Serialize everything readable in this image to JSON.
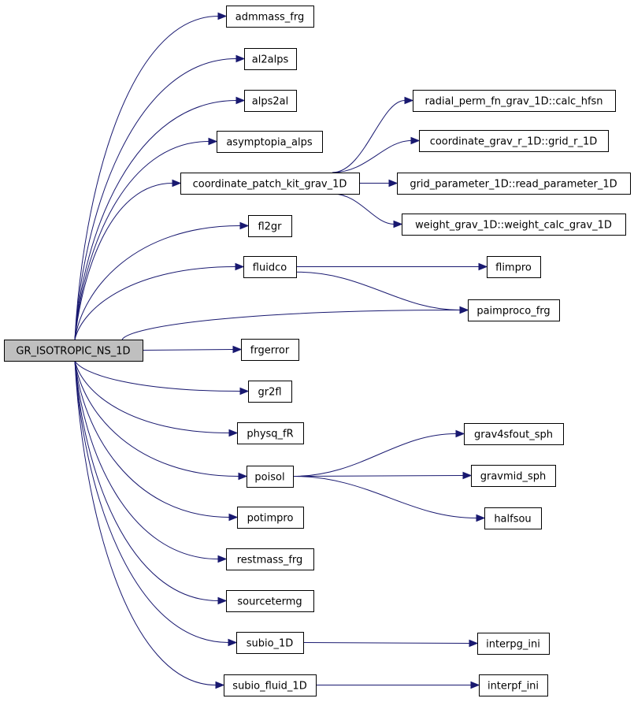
{
  "diagram": {
    "root": "GR_ISOTROPIC_NS_1D",
    "nodes": {
      "root": "GR_ISOTROPIC_NS_1D",
      "admmass_frg": "admmass_frg",
      "al2alps": "al2alps",
      "alps2al": "alps2al",
      "asymptopia_alps": "asymptopia_alps",
      "coordinate_patch_kit_grav_1D": "coordinate_patch_kit_grav_1D",
      "fl2gr": "fl2gr",
      "fluidco": "fluidco",
      "frgerror": "frgerror",
      "gr2fl": "gr2fl",
      "physq_fR": "physq_fR",
      "poisol": "poisol",
      "potimpro": "potimpro",
      "restmass_frg": "restmass_frg",
      "sourcetermg": "sourcetermg",
      "subio_1D": "subio_1D",
      "subio_fluid_1D": "subio_fluid_1D",
      "calc_hfsn": "radial_perm_fn_grav_1D::calc_hfsn",
      "grid_r_1D": "coordinate_grav_r_1D::grid_r_1D",
      "read_parameter_1D": "grid_parameter_1D::read_parameter_1D",
      "weight_calc_grav_1D": "weight_grav_1D::weight_calc_grav_1D",
      "flimpro": "flimpro",
      "paimproco_frg": "paimproco_frg",
      "grav4sfout_sph": "grav4sfout_sph",
      "gravmid_sph": "gravmid_sph",
      "halfsou": "halfsou",
      "interpg_ini": "interpg_ini",
      "interpf_ini": "interpf_ini"
    },
    "edges": [
      [
        "root",
        "admmass_frg"
      ],
      [
        "root",
        "al2alps"
      ],
      [
        "root",
        "alps2al"
      ],
      [
        "root",
        "asymptopia_alps"
      ],
      [
        "root",
        "coordinate_patch_kit_grav_1D"
      ],
      [
        "root",
        "fl2gr"
      ],
      [
        "root",
        "fluidco"
      ],
      [
        "root",
        "paimproco_frg"
      ],
      [
        "root",
        "frgerror"
      ],
      [
        "root",
        "gr2fl"
      ],
      [
        "root",
        "physq_fR"
      ],
      [
        "root",
        "poisol"
      ],
      [
        "root",
        "potimpro"
      ],
      [
        "root",
        "restmass_frg"
      ],
      [
        "root",
        "sourcetermg"
      ],
      [
        "root",
        "subio_1D"
      ],
      [
        "root",
        "subio_fluid_1D"
      ],
      [
        "coordinate_patch_kit_grav_1D",
        "calc_hfsn"
      ],
      [
        "coordinate_patch_kit_grav_1D",
        "grid_r_1D"
      ],
      [
        "coordinate_patch_kit_grav_1D",
        "read_parameter_1D"
      ],
      [
        "coordinate_patch_kit_grav_1D",
        "weight_calc_grav_1D"
      ],
      [
        "fluidco",
        "flimpro"
      ],
      [
        "fluidco",
        "paimproco_frg"
      ],
      [
        "poisol",
        "grav4sfout_sph"
      ],
      [
        "poisol",
        "gravmid_sph"
      ],
      [
        "poisol",
        "halfsou"
      ],
      [
        "subio_1D",
        "interpg_ini"
      ],
      [
        "subio_fluid_1D",
        "interpf_ini"
      ]
    ],
    "colors": {
      "edge": "#191970",
      "root_fill": "#bfbfbf",
      "node_fill": "#ffffff",
      "node_border": "#000000"
    }
  }
}
